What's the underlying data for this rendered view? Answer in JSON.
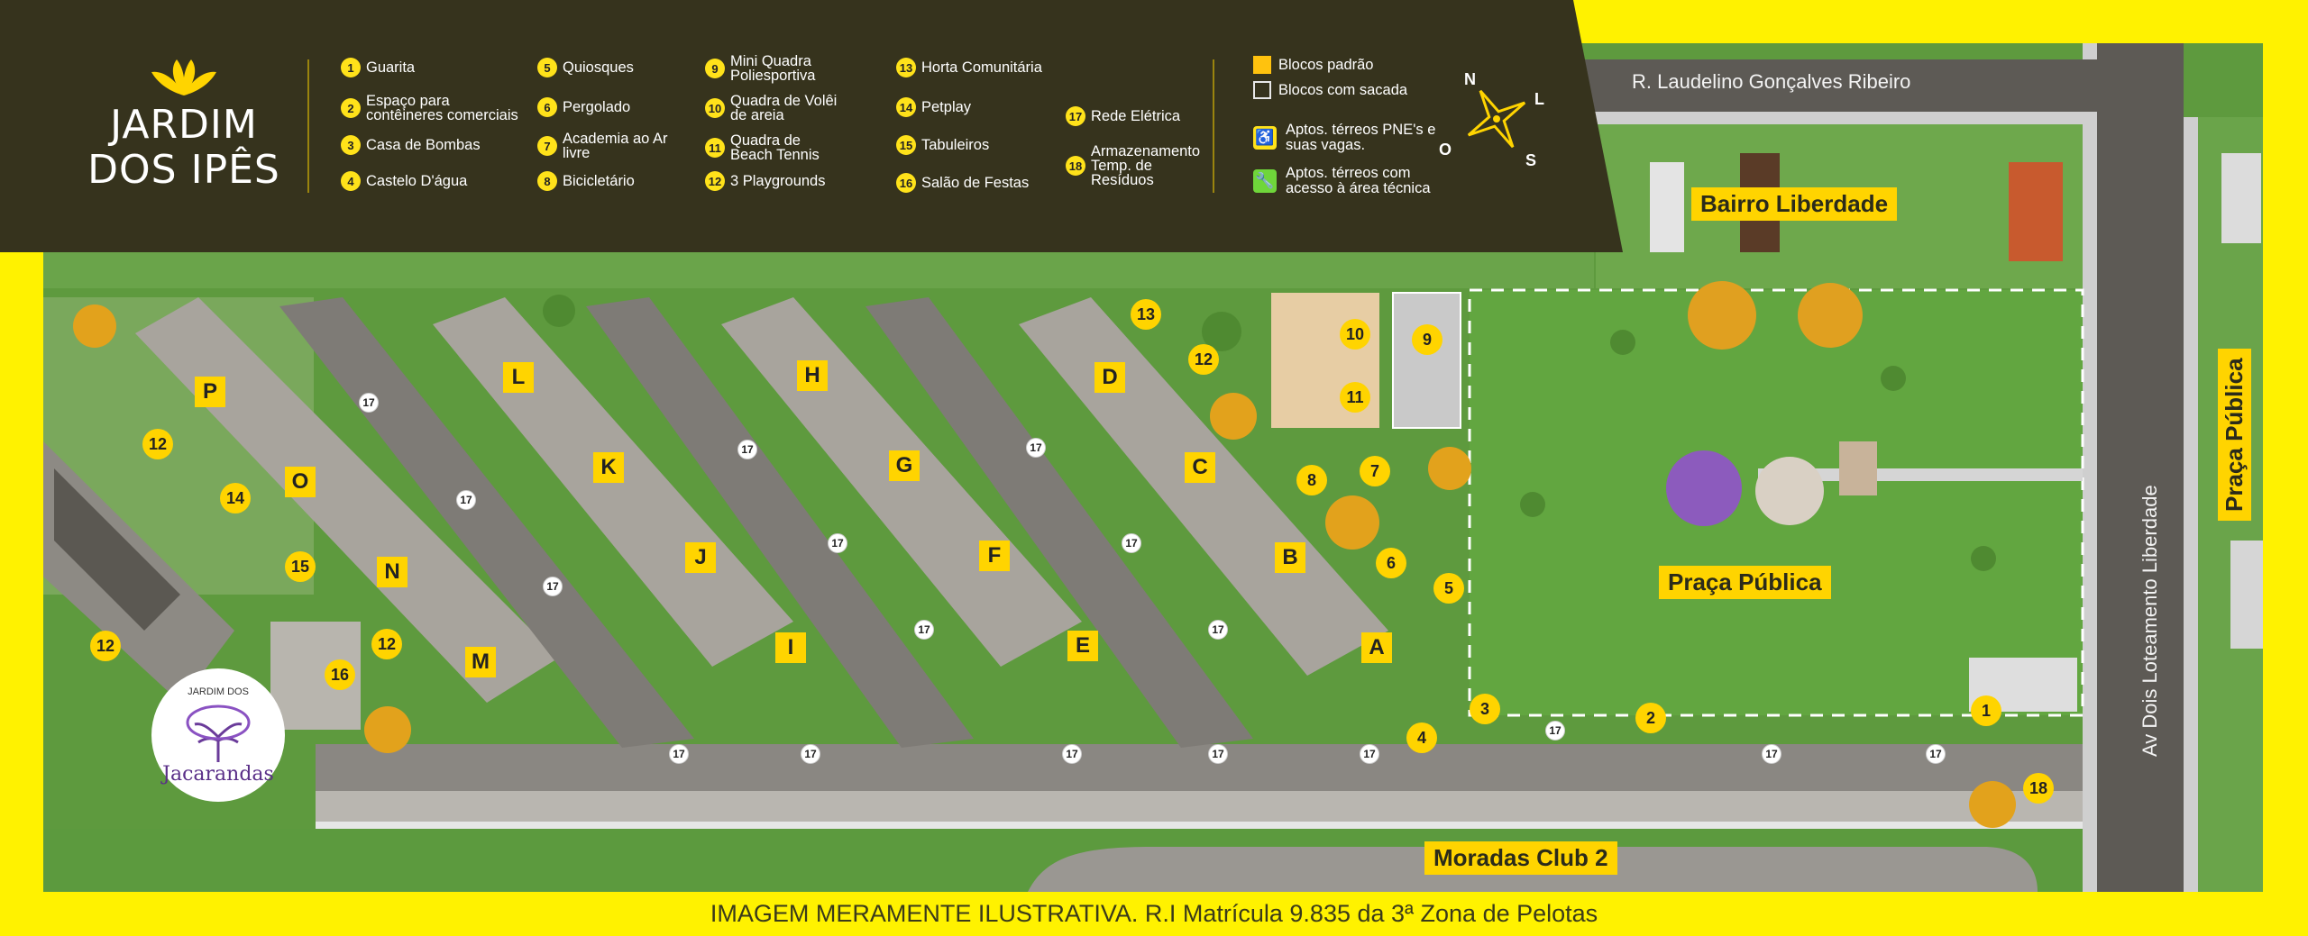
{
  "brand": {
    "title_line1": "JARDIM",
    "title_line2": "DOS IPÊS"
  },
  "legend": [
    {
      "num": "1",
      "label": "Guarita"
    },
    {
      "num": "2",
      "label": "Espaço para contêineres comerciais"
    },
    {
      "num": "3",
      "label": "Casa de Bombas"
    },
    {
      "num": "4",
      "label": "Castelo D'água"
    },
    {
      "num": "5",
      "label": "Quiosques"
    },
    {
      "num": "6",
      "label": "Pergolado"
    },
    {
      "num": "7",
      "label": "Academia ao Ar livre"
    },
    {
      "num": "8",
      "label": "Bicicletário"
    },
    {
      "num": "9",
      "label": "Mini Quadra Poliesportiva"
    },
    {
      "num": "10",
      "label": "Quadra de Volêi de areia"
    },
    {
      "num": "11",
      "label": "Quadra de Beach Tennis"
    },
    {
      "num": "12",
      "label": "3 Playgrounds"
    },
    {
      "num": "13",
      "label": "Horta Comunitária"
    },
    {
      "num": "14",
      "label": "Petplay"
    },
    {
      "num": "15",
      "label": "Tabuleiros"
    },
    {
      "num": "16",
      "label": "Salão de Festas"
    },
    {
      "num": "17",
      "label": "Rede Elétrica"
    },
    {
      "num": "18",
      "label": "Armazenamento Temp. de Resíduos"
    }
  ],
  "key": {
    "standard": "Blocos padrão",
    "balcony": "Blocos com sacada",
    "pne": "Aptos. térreos PNE's e suas vagas.",
    "technical": "Aptos. térreos com acesso à área técnica"
  },
  "compass": {
    "n": "N",
    "l": "L",
    "o": "O",
    "s": "S"
  },
  "map_labels": {
    "street_top": "R. Laudelino Gonçalves Ribeiro",
    "street_right": "Av Dois Loteamento Liberdade",
    "bairro": "Bairro Liberdade",
    "praca": "Praça Pública",
    "praca_right": "Praça Pública",
    "moradas": "Moradas Club 2"
  },
  "blocks": [
    "A",
    "B",
    "C",
    "D",
    "E",
    "F",
    "G",
    "H",
    "I",
    "J",
    "K",
    "L",
    "M",
    "N",
    "O",
    "P"
  ],
  "amenity_markers": [
    "1",
    "2",
    "3",
    "4",
    "5",
    "6",
    "7",
    "8",
    "9",
    "10",
    "11",
    "12",
    "12",
    "12",
    "12",
    "13",
    "14",
    "15",
    "16",
    "18"
  ],
  "power_markers": [
    "17",
    "17",
    "17",
    "17",
    "17",
    "17",
    "17",
    "17",
    "17",
    "17",
    "17",
    "17",
    "17",
    "17",
    "17",
    "17",
    "17",
    "17",
    "17"
  ],
  "logo": {
    "small": "JARDIM DOS",
    "name": "Jacarandas"
  },
  "disclaimer": "IMAGEM MERAMENTE ILUSTRATIVA. R.I Matrícula 9.835 da 3ª Zona de Pelotas",
  "colors": {
    "frame": "#fff200",
    "panel": "#36331d",
    "accent": "#ffd400",
    "grass": "#5b9a3c"
  }
}
